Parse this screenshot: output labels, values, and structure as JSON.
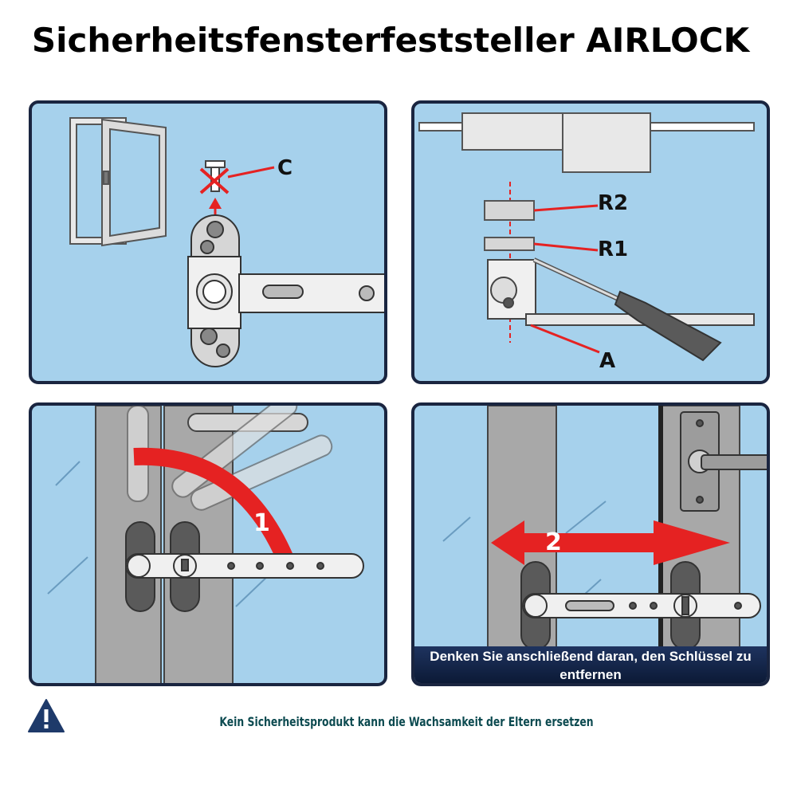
{
  "title": "Sicherheitsfensterfeststeller AIRLOCK",
  "panels": {
    "step1": {
      "callout_c": "C"
    },
    "step2": {
      "callout_r2": "R2",
      "callout_r1": "R1",
      "callout_a": "A"
    },
    "step3": {
      "step_number": "1"
    },
    "step4": {
      "step_number": "2",
      "reminder": "Denken Sie anschließend daran, den Schlüssel zu entfernen"
    }
  },
  "footer": {
    "warning_icon": "warning-triangle-icon",
    "disclaimer": "Kein Sicherheitsprodukt kann die Wachsamkeit der Eltern ersetzen"
  },
  "colors": {
    "panel_bg": "#a6d1ec",
    "panel_border": "#1a2540",
    "arrow_red": "#e52222",
    "banner_navy": "#13284d",
    "disclaimer_teal": "#0c4a50"
  }
}
